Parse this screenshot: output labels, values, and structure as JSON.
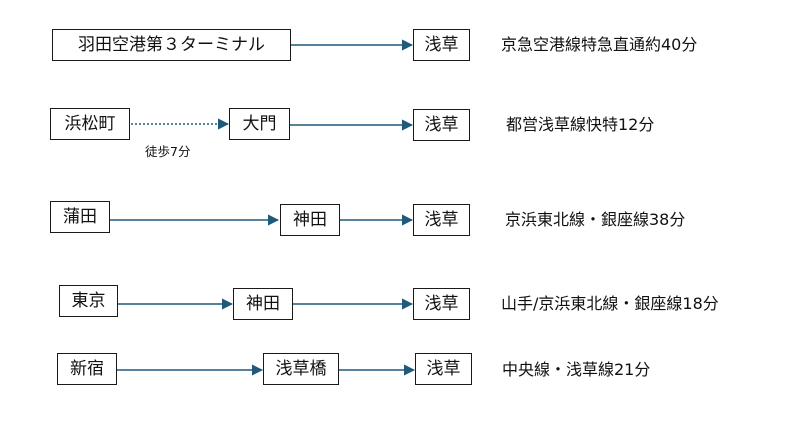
{
  "routes": [
    {
      "stations": [
        "羽田空港第３ターミナル",
        "浅草"
      ],
      "desc": "京急空港線特急直通約40分"
    },
    {
      "stations": [
        "浜松町",
        "大門",
        "浅草"
      ],
      "walk_note": "徒歩7分",
      "desc": "都営浅草線快特12分"
    },
    {
      "stations": [
        "蒲田",
        "神田",
        "浅草"
      ],
      "desc": "京浜東北線・銀座線38分"
    },
    {
      "stations": [
        "東京",
        "神田",
        "浅草"
      ],
      "desc": "山手/京浜東北線・銀座線18分"
    },
    {
      "stations": [
        "新宿",
        "浅草橋",
        "浅草"
      ],
      "desc": "中央線・浅草線21分"
    }
  ],
  "colors": {
    "arrow": "#1f5a7a",
    "border": "#1a1a1a"
  }
}
